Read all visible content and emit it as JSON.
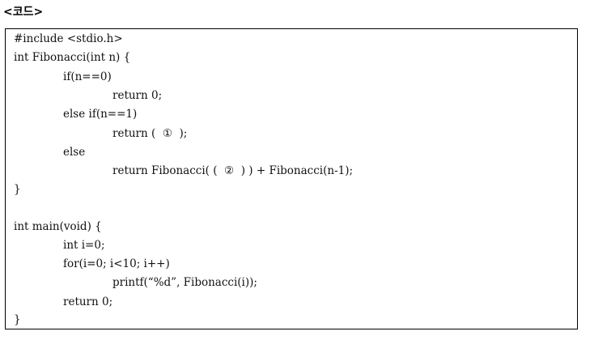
{
  "heading": "<코드>",
  "code_lines": [
    {
      "indent": 0,
      "text": "#include <stdio.h>"
    },
    {
      "indent": 0,
      "text": "int Fibonacci(int n) {"
    },
    {
      "indent": 1,
      "text": "if(n==0)"
    },
    {
      "indent": 2,
      "text": "return 0;"
    },
    {
      "indent": 1,
      "text": "else if(n==1)"
    },
    {
      "indent": 2,
      "text": "return (  ①  );"
    },
    {
      "indent": 1,
      "text": "else"
    },
    {
      "indent": 2,
      "text": "return Fibonacci( (  ②  ) ) + Fibonacci(n-1);"
    },
    {
      "indent": 0,
      "text": "}"
    },
    {
      "indent": 0,
      "text": ""
    },
    {
      "indent": 0,
      "text": "int main(void) {"
    },
    {
      "indent": 1,
      "text": "int i=0;"
    },
    {
      "indent": 1,
      "text": "for(i=0; i<10; i++)"
    },
    {
      "indent": 2,
      "text": "printf(“%d”, Fibonacci(i));"
    },
    {
      "indent": 1,
      "text": "return 0;"
    },
    {
      "indent": 0,
      "text": "}"
    }
  ]
}
